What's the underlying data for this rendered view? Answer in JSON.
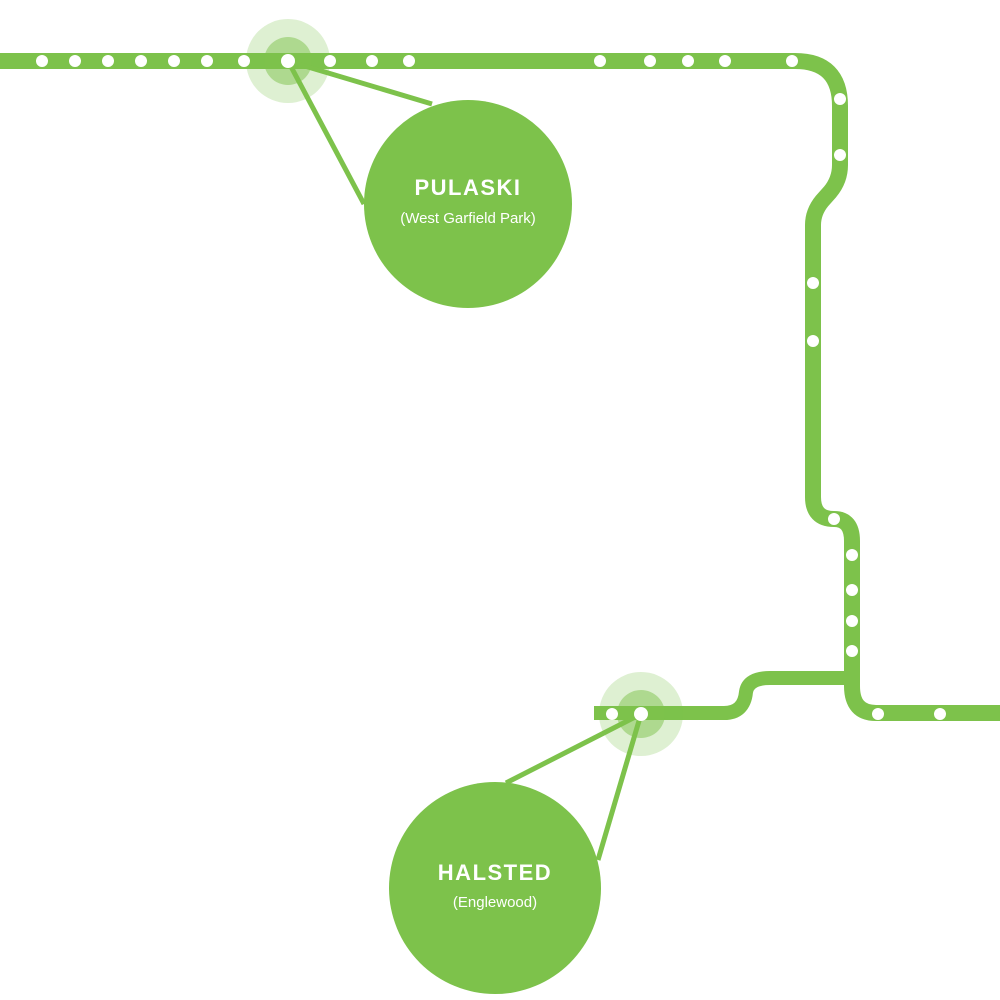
{
  "map": {
    "line_color": "#7dc24b",
    "halo_color": "#7dc24b",
    "stops_color": "#ffffff",
    "highlighted_stations": [
      {
        "name": "PULASKI",
        "neighborhood": "(West Garfield Park)"
      },
      {
        "name": "HALSTED",
        "neighborhood": "(Englewood)"
      }
    ]
  }
}
